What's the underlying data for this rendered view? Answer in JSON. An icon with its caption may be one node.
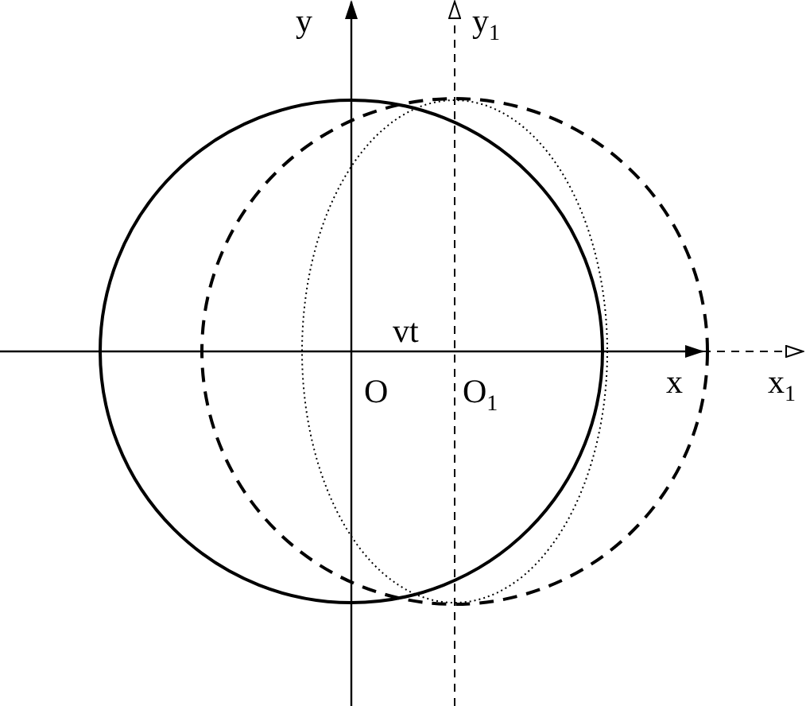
{
  "diagram": {
    "labels": [
      "y",
      "y$_{1}$",
      "vt",
      "O",
      "O$_{1}$",
      "x",
      "x$_{1}$"
    ]
  }
}
